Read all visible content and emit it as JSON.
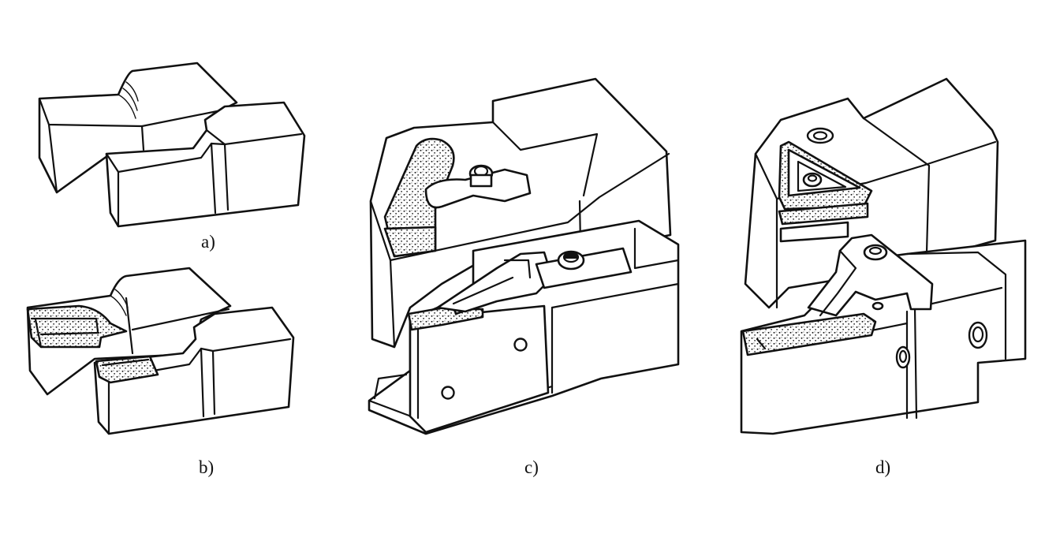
{
  "captions": {
    "a": "a)",
    "b": "b)",
    "c": "c)",
    "d": "d)"
  },
  "colors": {
    "line": "#111111",
    "background": "#ffffff"
  }
}
